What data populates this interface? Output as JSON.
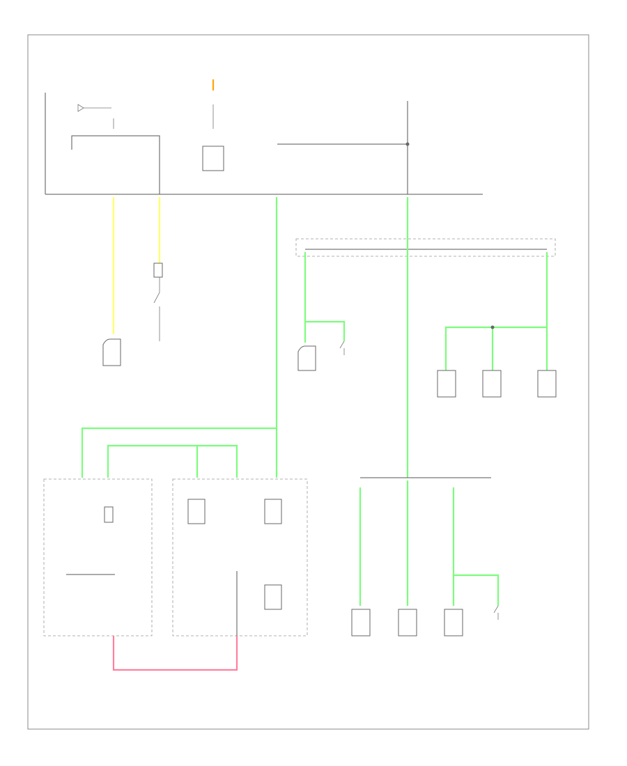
{
  "figure_id": "",
  "colors": {
    "ground_wire": "#7CFC7C",
    "power_wire": "#FFFF66",
    "orange_wire": "#FFA500",
    "pink_wire": "#FF7F9F",
    "line": "#555555"
  },
  "components": [
    {
      "id": "hood-latch-switch",
      "label": ""
    },
    {
      "id": "key-switch",
      "label": ""
    },
    {
      "id": "driver-seat-belt-switch",
      "label": ""
    },
    {
      "id": "front-passenger-seat-belt-switch",
      "label": ""
    },
    {
      "id": "power-mirror-left",
      "label": ""
    },
    {
      "id": "power-mirror-center",
      "label": ""
    },
    {
      "id": "power-mirror-right",
      "label": ""
    },
    {
      "id": "under-dash-fuse-relay-box",
      "label": ""
    },
    {
      "id": "passenger-dash-fuse-box",
      "label": ""
    },
    {
      "id": "rear-left-component",
      "label": ""
    },
    {
      "id": "rear-center-component",
      "label": ""
    },
    {
      "id": "rear-right-component",
      "label": ""
    },
    {
      "id": "rear-far-right-component",
      "label": ""
    }
  ]
}
